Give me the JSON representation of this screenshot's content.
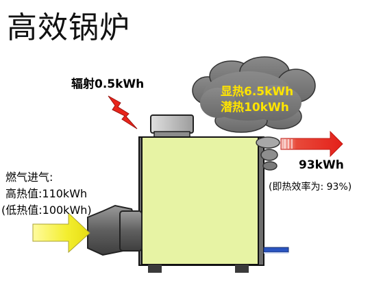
{
  "title": "高效锅炉",
  "radiation_label": "辐射0.5kWh",
  "exhaust": {
    "sensible": "显热6.5kWh",
    "latent": "潜热10kWh"
  },
  "gas_input": {
    "label": "燃气进气:",
    "high_heat": "高热值:110kWh",
    "low_heat": "(低热值:100kWh)"
  },
  "output": {
    "energy": "93kWh",
    "efficiency": "(即热效率为: 93%)"
  },
  "colors": {
    "boiler_body": "#e7f3a4",
    "input_arrow": "#f0ef40",
    "output_arrow": "#e8251b",
    "cloud": "#7a7a7a",
    "water_pipe": "#2a54c0"
  }
}
